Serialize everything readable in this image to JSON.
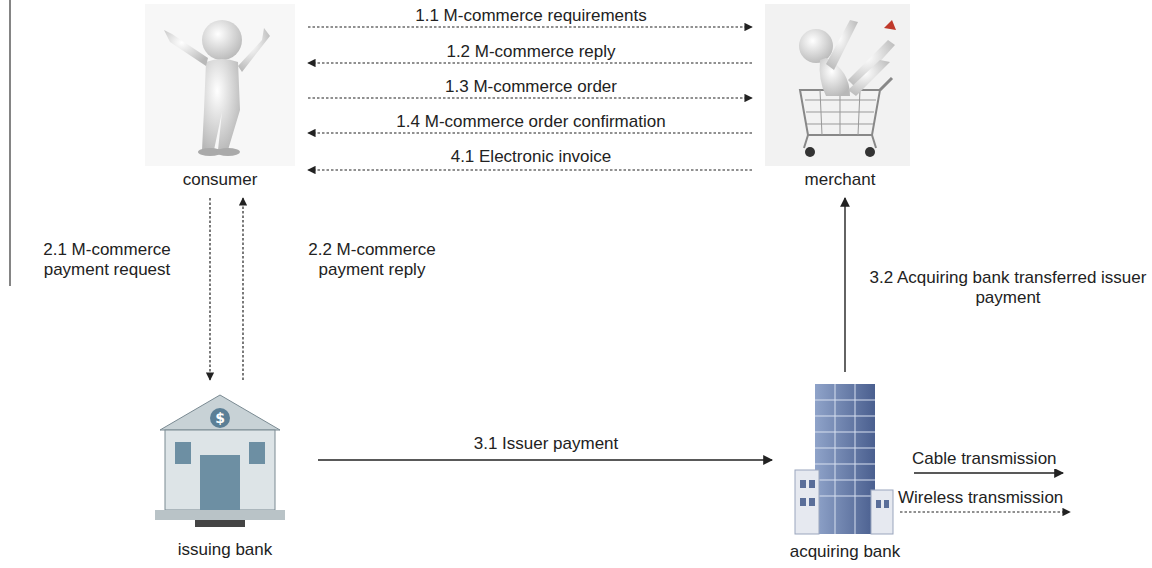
{
  "diagram": {
    "nodes": [
      {
        "text": [
          "consumer"
        ]
      },
      {
        "text": [
          "merchant"
        ]
      },
      {
        "text": [
          "issuing bank"
        ]
      },
      {
        "text": [
          "acquiring bank"
        ]
      }
    ],
    "edges": [
      {
        "from": 0,
        "to": 1,
        "arrow": "to",
        "label": "1.1 M-commerce requirements"
      },
      {
        "from": 1,
        "to": 0,
        "arrow": "to",
        "label": "1.2 M-commerce reply"
      },
      {
        "from": 0,
        "to": 1,
        "arrow": "to",
        "label": "1.3 M-commerce order"
      },
      {
        "from": 1,
        "to": 0,
        "arrow": "to",
        "label": "1.4 M-commerce order confirmation"
      },
      {
        "from": 1,
        "to": 0,
        "arrow": "to",
        "label": "4.1 Electronic invoice"
      },
      {
        "from": 0,
        "to": 2,
        "arrow": "to",
        "label": "2.1 M-commerce payment request"
      },
      {
        "from": 2,
        "to": 0,
        "arrow": "to",
        "label": "2.2 M-commerce payment reply"
      },
      {
        "from": 2,
        "to": 3,
        "arrow": "to",
        "label": "3.1 Issuer payment"
      },
      {
        "from": 3,
        "to": 1,
        "arrow": "to",
        "label": "3.2 Acquiring bank transferred issuer payment"
      }
    ],
    "legend": [
      {
        "text": "Cable transmission"
      },
      {
        "text": "Wireless transmission"
      }
    ]
  }
}
